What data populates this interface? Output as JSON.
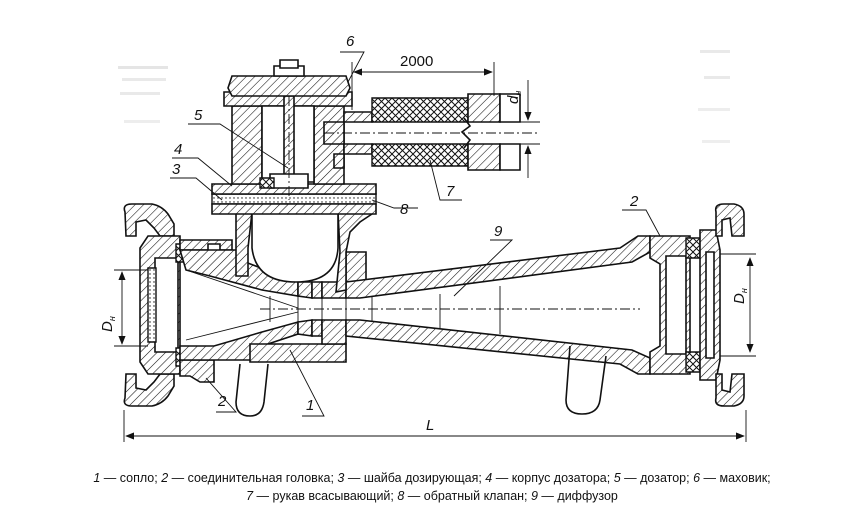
{
  "callouts": {
    "c1": "1",
    "c2_left": "2",
    "c2_right": "2",
    "c4": "4",
    "c3": "3",
    "c5": "5",
    "c6": "6",
    "c7": "7",
    "c8": "8",
    "c9": "9"
  },
  "dimensions": {
    "hose_length": "2000",
    "length": "L",
    "outer_d_left": "D",
    "outer_d_right": "D",
    "inner_d": "d",
    "subscript": "н"
  },
  "caption": {
    "line1": [
      {
        "num": "1",
        "text": " — сопло; "
      },
      {
        "num": "2",
        "text": " — соединительная головка; "
      },
      {
        "num": "3",
        "text": " — шайба дозирующая; "
      },
      {
        "num": "4",
        "text": " — корпус дозатора; "
      },
      {
        "num": "5",
        "text": " — дозатор; "
      },
      {
        "num": "6",
        "text": " — маховик;"
      }
    ],
    "line2": [
      {
        "num": "7",
        "text": " — рукав всасывающий; "
      },
      {
        "num": "8",
        "text": " — обратный клапан; "
      },
      {
        "num": "9",
        "text": " — диффузор"
      }
    ]
  }
}
